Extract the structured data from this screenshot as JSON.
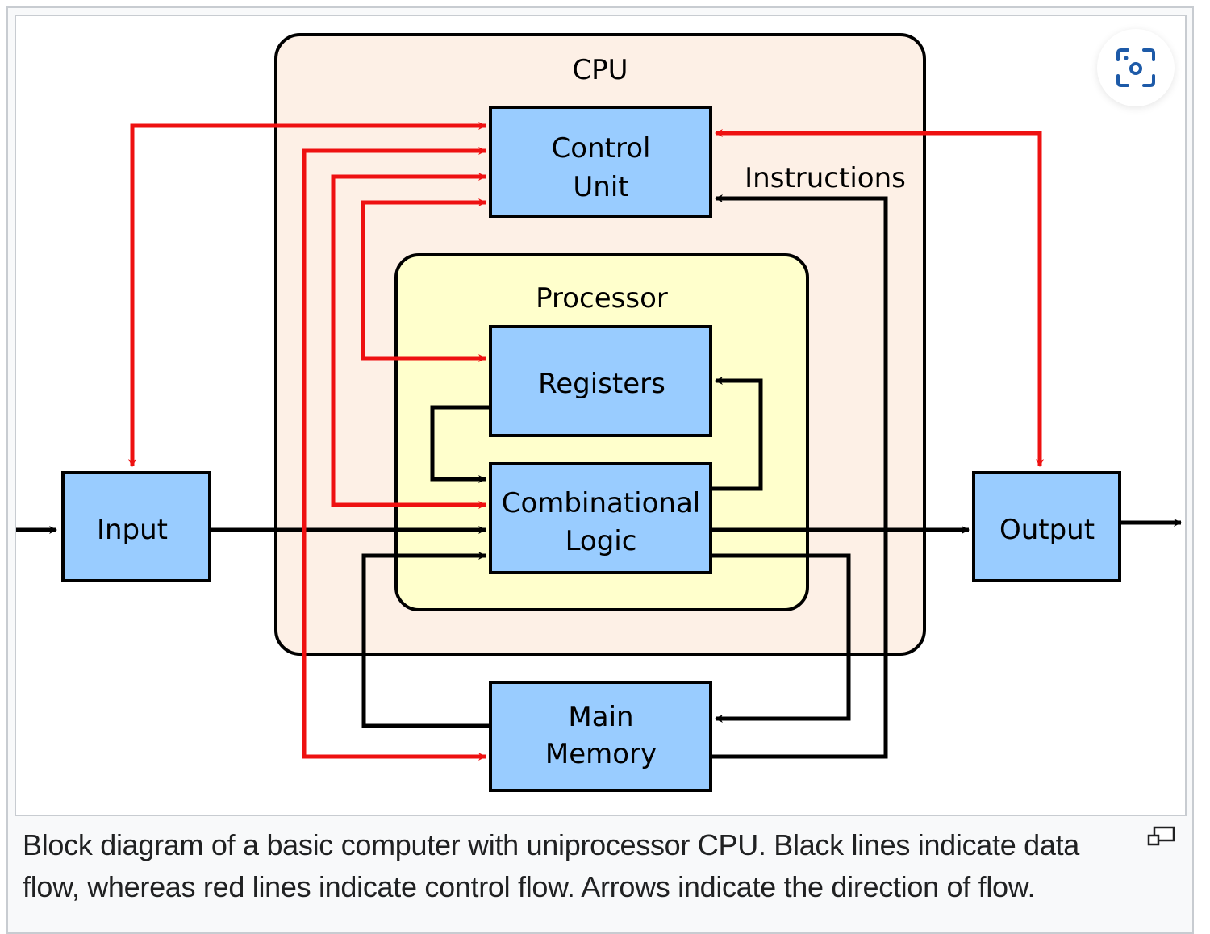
{
  "figure": {
    "diagram": {
      "title_outer": "CPU",
      "title_inner": "Processor",
      "edge_label": "Instructions",
      "blocks": {
        "control_unit": [
          "Control",
          "Unit"
        ],
        "registers": "Registers",
        "combinational_logic": [
          "Combinational",
          "Logic"
        ],
        "input": "Input",
        "output": "Output",
        "main_memory": [
          "Main",
          "Memory"
        ]
      },
      "colors": {
        "block_fill": "#99ccff",
        "cpu_fill": "#fdf0e6",
        "processor_fill": "#ffffcc",
        "data_flow": "#000000",
        "control_flow": "#ee1111"
      }
    },
    "magnify_button": {
      "icon": "image-search-icon"
    },
    "caption": "Block diagram of a basic computer with uniprocessor CPU. Black lines indicate data flow, whereas red lines indicate control flow. Arrows indicate the direction of flow.",
    "enlarge_icon": "enlarge-icon"
  }
}
